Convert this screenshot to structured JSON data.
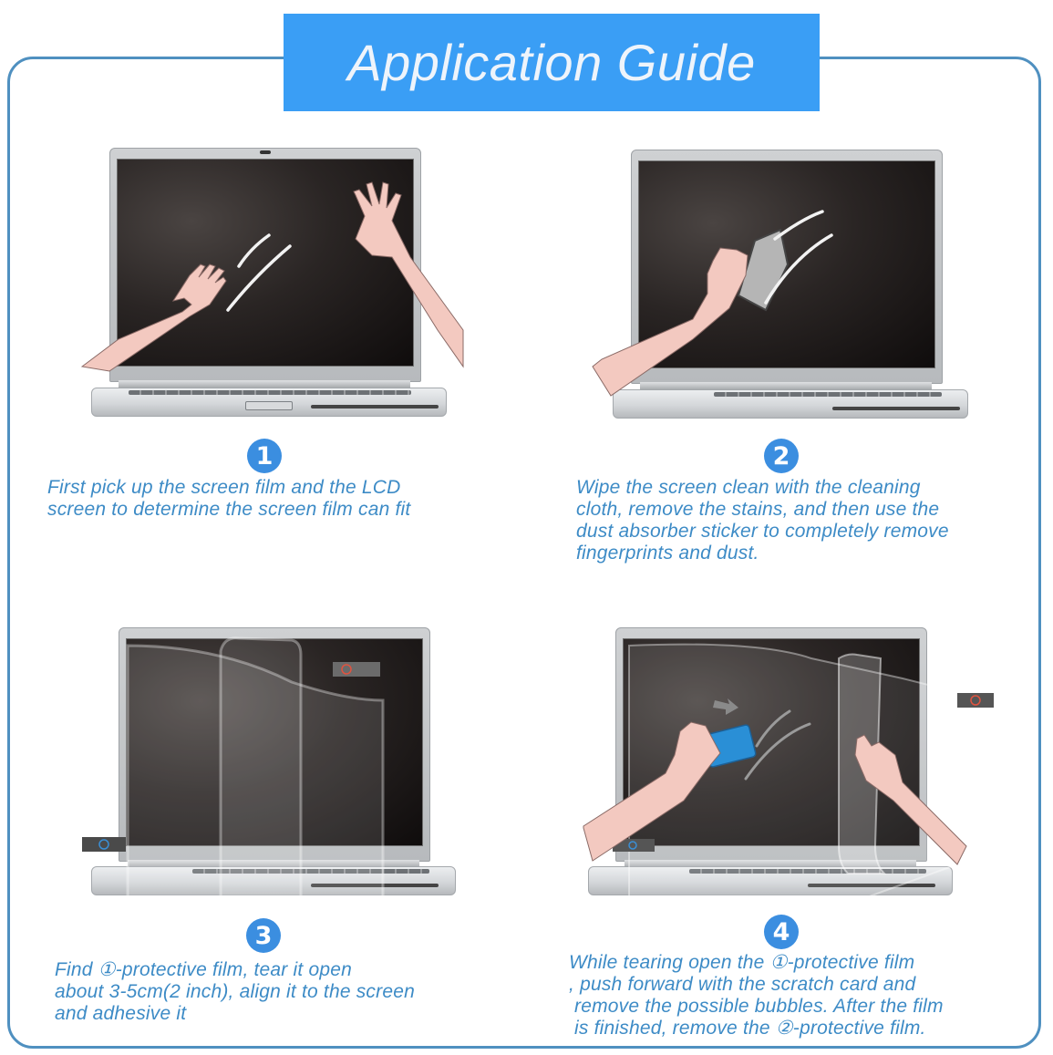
{
  "title": "Application Guide",
  "colors": {
    "banner_bg": "#3a9ef5",
    "banner_text": "#eef4fb",
    "frame_border": "#4f90c0",
    "badge_bg": "#3b8ee0",
    "text": "#3d8bc6",
    "skin": "#f3c9c0",
    "scratch_card": "#2a8fd6"
  },
  "steps": [
    {
      "number": "1",
      "illustration": "two-hands-on-laptop-screen",
      "text": "First pick up the screen film and the LCD\nscreen to determine the screen film can fit"
    },
    {
      "number": "2",
      "illustration": "hand-wiping-screen-with-cloth",
      "text": "Wipe the screen clean with the cleaning\ncloth, remove the stains, and then use the\ndust absorber sticker to completely remove\nfingerprints and dust."
    },
    {
      "number": "3",
      "illustration": "film-peeled-over-laptop-screen",
      "tab_labels": [
        "①",
        "②"
      ],
      "text": "Find ①-protective film, tear it open\nabout 3-5cm(2 inch), align it to the screen\nand adhesive it"
    },
    {
      "number": "4",
      "illustration": "scratch-card-pushing-film",
      "tab_labels": [
        "②",
        "①"
      ],
      "text": "While tearing open the ①-protective film\n, push forward with the scratch card and\n remove the possible bubbles. After the film\n is finished, remove the ②-protective film."
    }
  ]
}
